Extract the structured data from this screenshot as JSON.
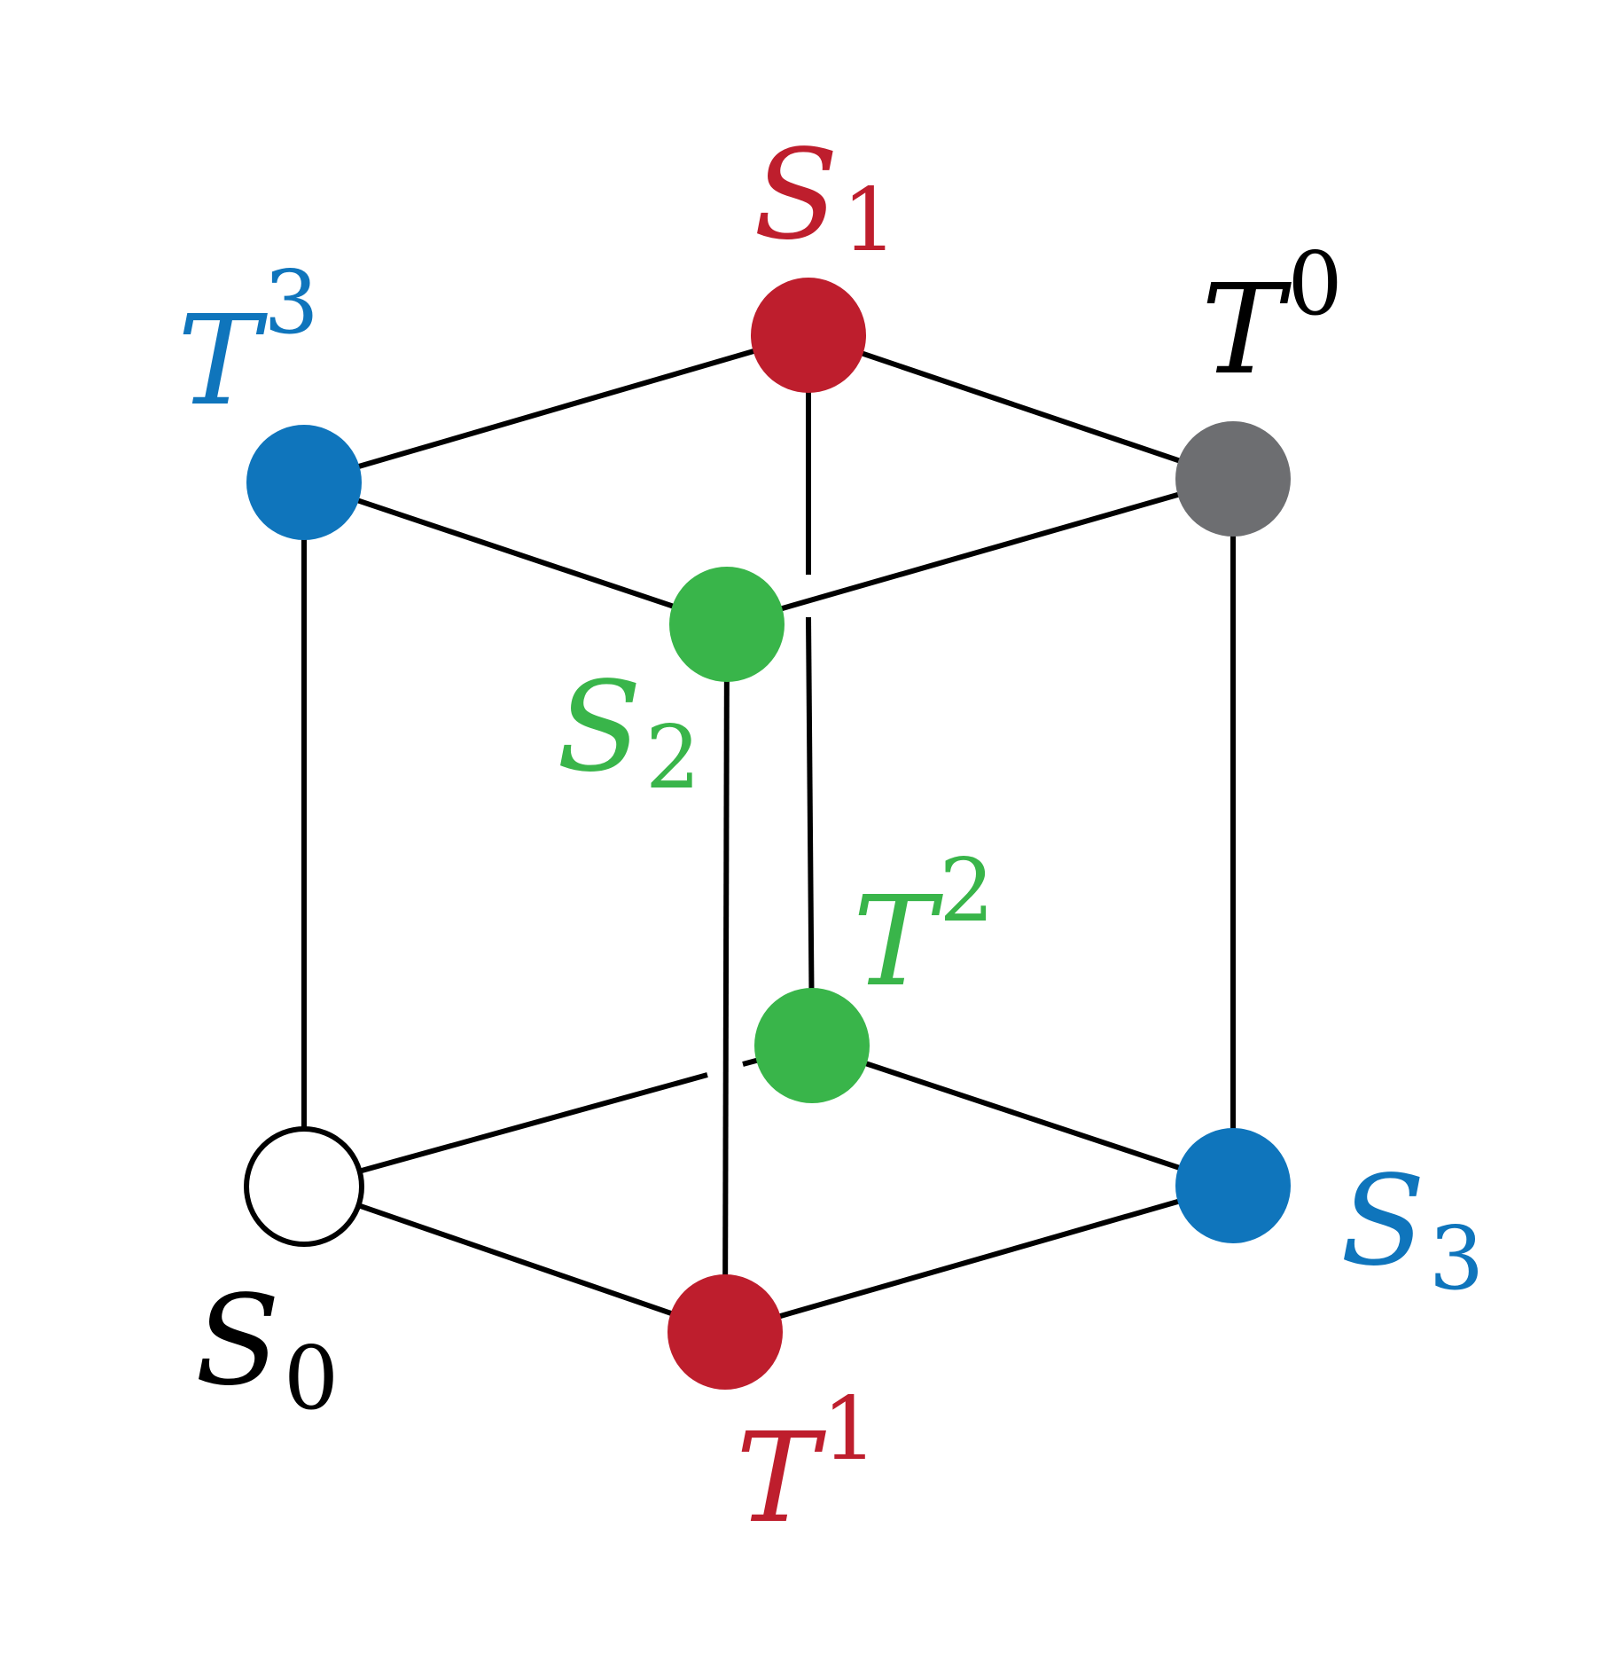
{
  "colors": {
    "red": "#be1e2d",
    "blue": "#0f75bc",
    "green": "#39b54a",
    "gray": "#6d6e71",
    "black": "#000000",
    "white": "#ffffff"
  },
  "nodes": {
    "S0": {
      "main": "S",
      "sub": "0",
      "color": "black",
      "fill": "white"
    },
    "S1": {
      "main": "S",
      "sub": "1",
      "color": "red",
      "fill": "red"
    },
    "S2": {
      "main": "S",
      "sub": "2",
      "color": "green",
      "fill": "green"
    },
    "S3": {
      "main": "S",
      "sub": "3",
      "color": "blue",
      "fill": "blue"
    },
    "T0": {
      "main": "T",
      "sup": "0",
      "color": "black",
      "fill": "gray"
    },
    "T1": {
      "main": "T",
      "sup": "1",
      "color": "red",
      "fill": "red"
    },
    "T2": {
      "main": "T",
      "sup": "2",
      "color": "green",
      "fill": "green"
    },
    "T3": {
      "main": "T",
      "sup": "3",
      "color": "blue",
      "fill": "blue"
    }
  },
  "edges": [
    [
      "T3",
      "S1"
    ],
    [
      "S1",
      "T0"
    ],
    [
      "T3",
      "S2"
    ],
    [
      "S2",
      "T0"
    ],
    [
      "T3",
      "S0"
    ],
    [
      "S1",
      "T2"
    ],
    [
      "S2",
      "T1"
    ],
    [
      "T0",
      "S3"
    ],
    [
      "S0",
      "T2"
    ],
    [
      "T2",
      "S3"
    ],
    [
      "S0",
      "T1"
    ],
    [
      "T1",
      "S3"
    ]
  ]
}
